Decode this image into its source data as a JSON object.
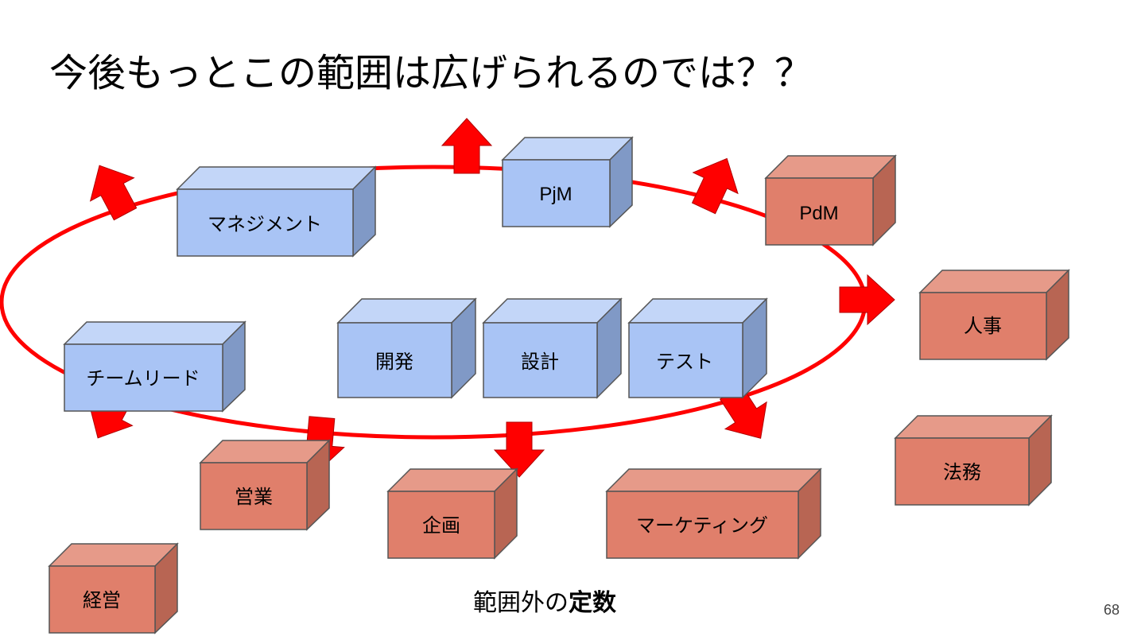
{
  "slide": {
    "title": "今後もっとこの範囲は広げられるのでは？？",
    "caption_normal": "範囲外の",
    "caption_bold": "定数",
    "page_number": "68"
  },
  "colors": {
    "ring": "#ff0000",
    "arrow": "#ff0000",
    "inside_box": "#a9c4f5",
    "outside_box": "#e07f6b"
  },
  "boxes_in_scope": [
    {
      "id": "management",
      "label": "マネジメント"
    },
    {
      "id": "pjm",
      "label": "PjM"
    },
    {
      "id": "team-lead",
      "label": "チームリード"
    },
    {
      "id": "development",
      "label": "開発"
    },
    {
      "id": "design",
      "label": "設計"
    },
    {
      "id": "test",
      "label": "テスト"
    }
  ],
  "boxes_out_of_scope": [
    {
      "id": "pdm",
      "label": "PdM"
    },
    {
      "id": "hr",
      "label": "人事"
    },
    {
      "id": "legal",
      "label": "法務"
    },
    {
      "id": "sales",
      "label": "営業"
    },
    {
      "id": "planning",
      "label": "企画"
    },
    {
      "id": "marketing",
      "label": "マーケティング"
    },
    {
      "id": "executive",
      "label": "経営"
    }
  ]
}
